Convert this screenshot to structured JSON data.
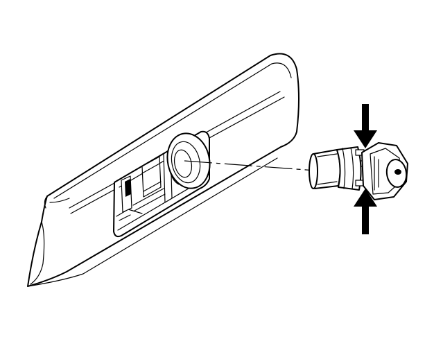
{
  "figure": {
    "background": "#ffffff",
    "line_color": "#000000",
    "components": [
      "door-trim-panel",
      "switch-opening",
      "switch-bezel",
      "switch-bulb-socket",
      "squeeze-arrow-top",
      "squeeze-arrow-bottom",
      "alignment-dashed-line"
    ]
  }
}
